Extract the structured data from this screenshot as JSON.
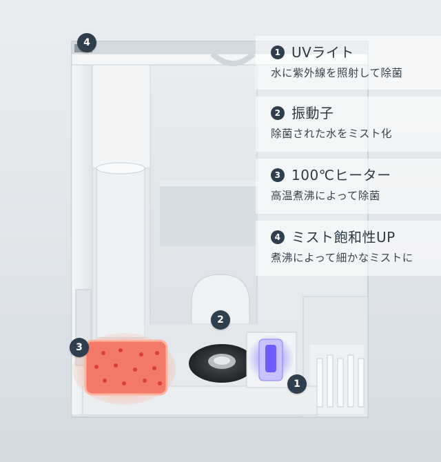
{
  "features": [
    {
      "num": "1",
      "title": "UVライト",
      "desc": "水に紫外線を照射して除菌"
    },
    {
      "num": "2",
      "title": "振動子",
      "desc": "除菌された水をミスト化"
    },
    {
      "num": "3",
      "title": "100℃ヒーター",
      "desc": "高温煮沸によって除菌"
    },
    {
      "num": "4",
      "title": "ミスト飽和性UP",
      "desc": "煮沸によって細かなミストに"
    }
  ],
  "markers": [
    "1",
    "2",
    "3",
    "4"
  ],
  "colors": {
    "badge": "#2f3e4c",
    "heater": "#f37a68",
    "heater_dots": "#d9403a",
    "uv_glow": "#8a7cff"
  }
}
